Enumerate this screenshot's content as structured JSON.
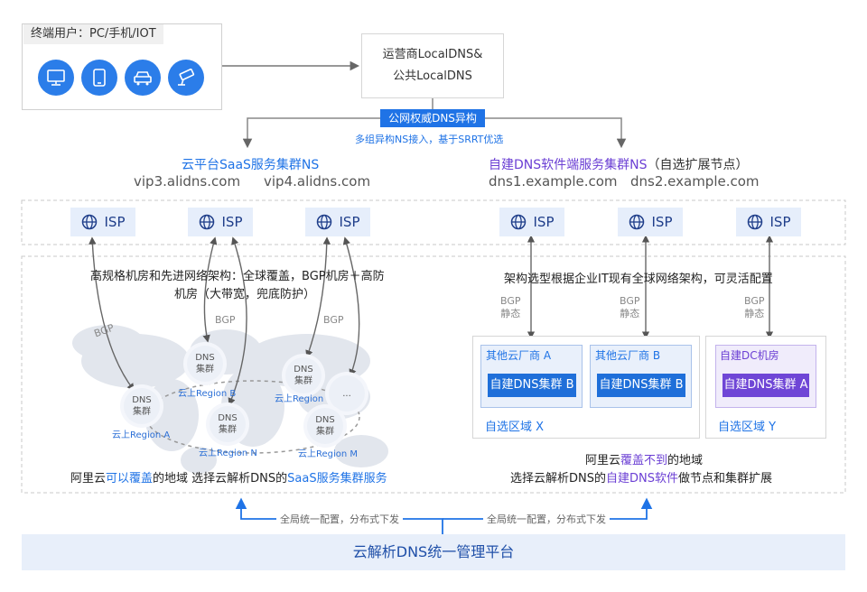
{
  "terminal": {
    "title": "终端用户：PC/手机/IOT",
    "icons": [
      "desktop-icon",
      "mobile-icon",
      "car-icon",
      "camera-icon"
    ]
  },
  "localdns": {
    "line1": "运营商LocalDNS&",
    "line2": "公共LocalDNS"
  },
  "auth_tag": "公网权威DNS异构",
  "auth_sub": "多组异构NS接入，基于SRRT优选",
  "saas": {
    "title": "云平台SaaS服务集群NS",
    "ns1": "vip3.alidns.com",
    "ns2": "vip4.alidns.com"
  },
  "self": {
    "title_colored": "自建DNS软件端服务集群NS",
    "title_plain": "（自选扩展节点）",
    "ns1": "dns1.example.com",
    "ns2": "dns2.example.com"
  },
  "isp_label": "ISP",
  "left_desc": {
    "line1": "高规格机房和先进网络架构：全球覆盖，BGP机房＋高防",
    "line2": "机房（大带宽，兜底防护）"
  },
  "right_desc": "架构选型根据企业IT现有全球网络架构，可灵活配置",
  "bgp": "BGP",
  "bgp_static": {
    "l1": "BGP",
    "l2": "静态"
  },
  "dns_node": {
    "l1": "DNS",
    "l2": "集群"
  },
  "regions": {
    "a": "云上Region A",
    "b": "云上Region B",
    "c": "云上Region C",
    "n": "云上Region N",
    "m": "云上Region M"
  },
  "ellipsis": "...",
  "cloud_a": "其他云厂商 A",
  "cloud_b": "其他云厂商 B",
  "dc": "自建DC机房",
  "cluster_b": "自建DNS集群 B",
  "cluster_a": "自建DNS集群 A",
  "zone_x": "自选区域 X",
  "zone_y": "自选区域 Y",
  "left_bottom": {
    "p1": "阿里云",
    "p2": "可以覆盖",
    "p3": "的地域 选择云解析DNS的",
    "p4": "SaaS服务集群服务"
  },
  "right_bottom": {
    "line1_p1": "阿里云",
    "line1_p2": "覆盖不到",
    "line1_p3": "的地域",
    "line2_p1": "选择云解析DNS的",
    "line2_p2": "自建DNS软件",
    "line2_p3": "做节点和集群扩展"
  },
  "deploy": "全局统一配置，分布式下发",
  "platform": "云解析DNS统一管理平台",
  "colors": {
    "accent": "#1f73e6",
    "purple": "#6b3fd4",
    "isp_bg": "#e6eefb"
  }
}
